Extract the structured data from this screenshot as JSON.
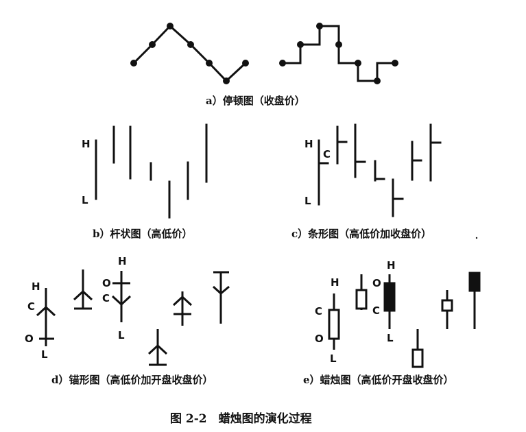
{
  "panels": {
    "a": {
      "label": "a）停顿图（收盘价）"
    },
    "b": {
      "label": "b）杆状图（高低价）"
    },
    "c": {
      "label": "c）条形图（高低价加收盘价）"
    },
    "d": {
      "label": "d）锚形图（高低价加开盘收盘价）"
    },
    "e": {
      "label": "e）蜡烛图（高低价开盘收盘价）"
    }
  },
  "markers": {
    "h": "H",
    "l": "L",
    "c": "C",
    "o": "O"
  },
  "figure_caption": "图 2-2　蜡烛图的演化过程"
}
